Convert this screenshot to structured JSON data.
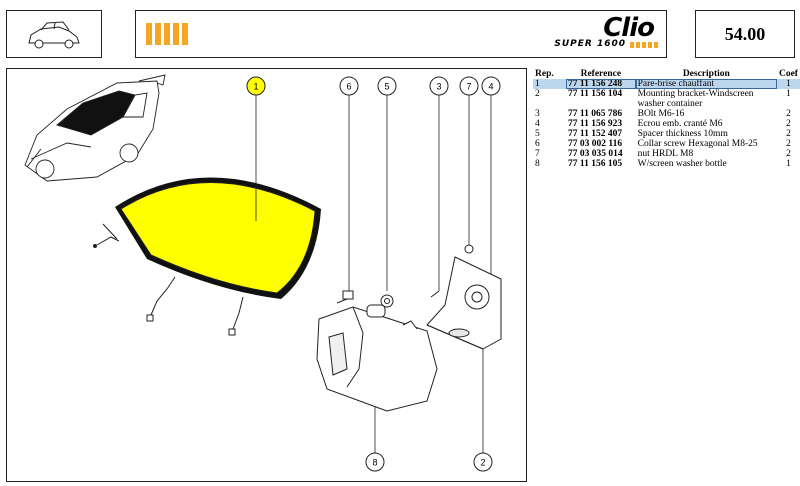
{
  "header": {
    "brand_name": "Clio",
    "brand_sub": "SUPER 1600",
    "page_number": "54.00"
  },
  "parts_table": {
    "columns": [
      "Rep.",
      "Reference",
      "Description",
      "Coef"
    ],
    "rows": [
      {
        "rep": "1",
        "reference": "77 11 156 248",
        "description": "Pare-brise chauffant",
        "coef": "1",
        "selected": true
      },
      {
        "rep": "2",
        "reference": "77 11 156 104",
        "description": "Mounting bracket-Windscreen",
        "description2": "washer container",
        "coef": "1",
        "selected": false
      },
      {
        "rep": "3",
        "reference": "77 11 065 786",
        "description": "BOlt M6-16",
        "coef": "2",
        "selected": false
      },
      {
        "rep": "4",
        "reference": "77 11 156 923",
        "description": "Ecrou emb. cranté M6",
        "coef": "2",
        "selected": false
      },
      {
        "rep": "5",
        "reference": "77 11 152 407",
        "description": "Spacer thickness 10mm",
        "coef": "2",
        "selected": false
      },
      {
        "rep": "6",
        "reference": "77 03 002 116",
        "description": "Collar screw Hexagonal M8-25",
        "coef": "2",
        "selected": false
      },
      {
        "rep": "7",
        "reference": "77 03 035 014",
        "description": "nut HRDL M8",
        "coef": "2",
        "selected": false
      },
      {
        "rep": "8",
        "reference": "77 11 156 105",
        "description": "W/screen washer bottle",
        "coef": "1",
        "selected": false
      }
    ]
  },
  "callouts": [
    "1",
    "6",
    "5",
    "3",
    "7",
    "4",
    "8",
    "2"
  ],
  "colors": {
    "highlight_yellow": "#ffff00",
    "brand_orange": "#f5a623",
    "selected_row": "#bcd6ee"
  },
  "icons": {
    "car_thumbnail": "car-thumbnail-icon",
    "brand_stripes": "brand-stripes-icon"
  }
}
